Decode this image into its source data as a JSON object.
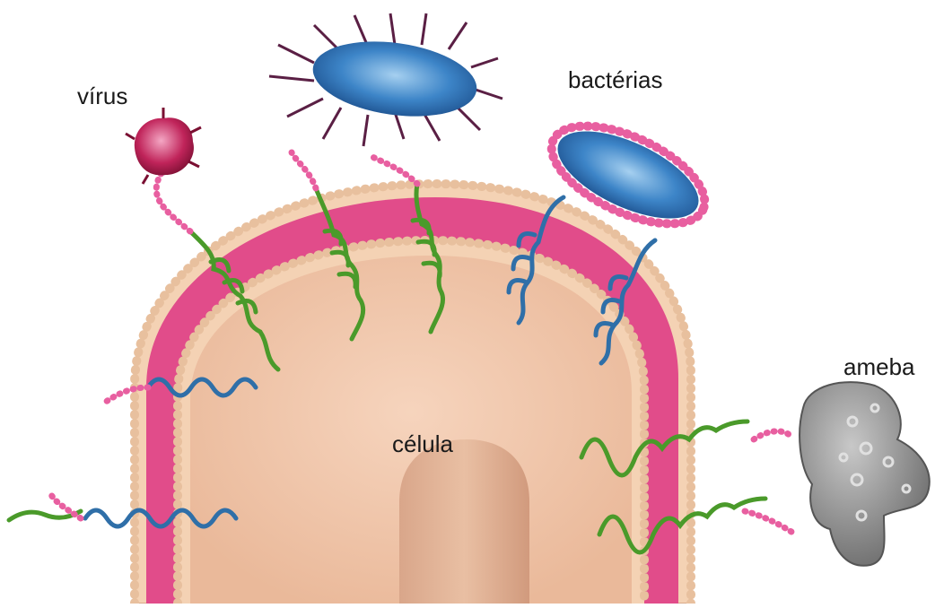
{
  "labels": {
    "virus": "vírus",
    "bacteria": "bactérias",
    "cell": "célula",
    "ameba": "ameba"
  },
  "colors": {
    "cytoplasm": "#f2c7ab",
    "lipid_head": "#f4d2b4",
    "lipid_tail": "#d81b70",
    "protein_green": "#4a9a2a",
    "protein_blue": "#2f6fa8",
    "glycan_pink": "#e85fa0",
    "glycan_orange": "#f2a21e",
    "virus": "#b01a4c",
    "bacteria": "#2f6fb3",
    "ameba": "#808080"
  }
}
